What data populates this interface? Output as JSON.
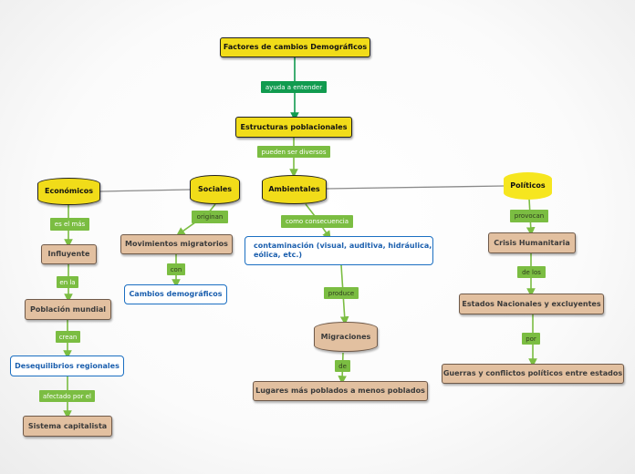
{
  "colors": {
    "node_yellow": "#f1dc19",
    "node_tan": "#e2c0a0",
    "node_blue_border": "#1b6fc2",
    "label_green": "#7bbd42",
    "label_dark_green": "#119b4f",
    "connector_green": "#7bbd42",
    "connector_gray": "#8a8a8a"
  },
  "nodes": {
    "root": "Factores de cambios Demográficos",
    "estructuras": "Estructuras poblacionales",
    "economicos": "Económicos",
    "sociales": "Sociales",
    "ambientales": "Ambientales",
    "politicos": "Políticos",
    "influyente": "Influyente",
    "poblacion_mundial": "Población mundial",
    "desequilibrios": "Desequilibrios regionales",
    "sistema": "Sistema capitalista",
    "movimientos": "Movimientos migratorios",
    "cambios": "Cambios demográficos",
    "contaminacion": "contaminación (visual, auditiva, hidráulica, eólica, etc.)",
    "migraciones": "Migraciones",
    "lugares": "Lugares más poblados a menos poblados",
    "crisis": "Crisis Humanitaria",
    "estados": "Estados Nacionales y excluyentes",
    "guerras": "Guerras y conflictos políticos entre estados"
  },
  "labels": {
    "ayuda": "ayuda a entender",
    "pueden": "pueden ser diversos",
    "es_el_mas": "es el más",
    "en_la": "en la",
    "crean": "crean",
    "afectado": "afectado por el",
    "originan": "originan",
    "con": "con",
    "como": "como consecuencia",
    "produce": "produce",
    "de": "de",
    "provocan": "provocan",
    "de_los": "de los",
    "por": "por"
  }
}
